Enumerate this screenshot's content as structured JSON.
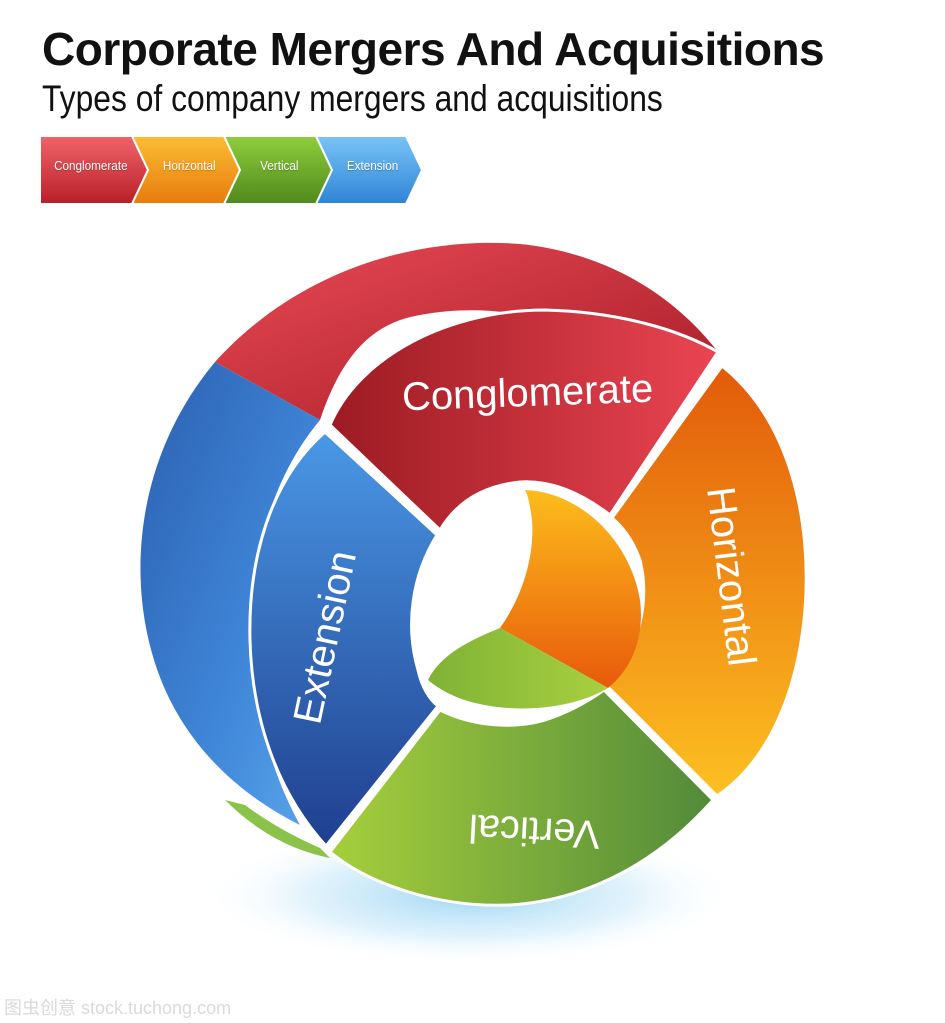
{
  "title": "Corporate Mergers And Acquisitions",
  "subtitle": "Types of company mergers and acquisitions",
  "legend": [
    {
      "label": "Conglomerate",
      "color": "#d8343c"
    },
    {
      "label": "Horizontal",
      "color": "#f39a12"
    },
    {
      "label": "Vertical",
      "color": "#6fa829"
    },
    {
      "label": "Extension",
      "color": "#3f9de6"
    }
  ],
  "segments": {
    "conglomerate": "Conglomerate",
    "horizontal": "Horizontal",
    "vertical": "Vertical",
    "extension": "Extension"
  },
  "watermark": "图虫创意 stock.tuchong.com"
}
